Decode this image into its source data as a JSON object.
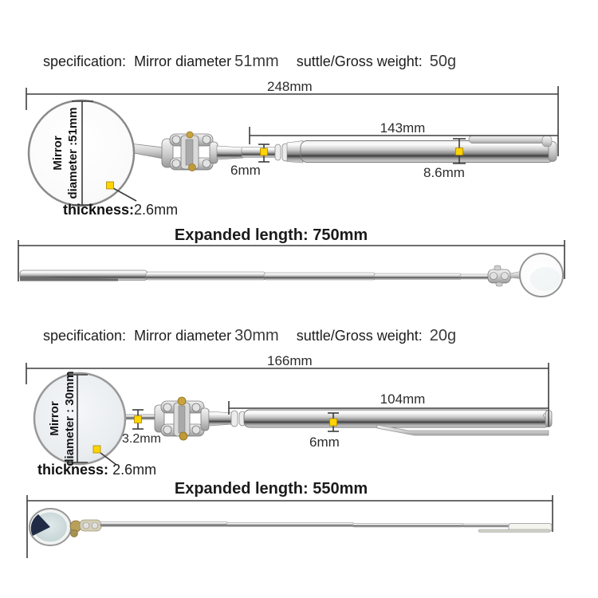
{
  "colors": {
    "marker_yellow": "#ffd400",
    "dimension_line": "#3d3d3d",
    "text": "#1f1f1f"
  },
  "product1": {
    "spec_label": "specification:",
    "diameter_label": "Mirror diameter",
    "diameter_value": "51mm",
    "weight_label": "suttle/Gross weight:",
    "weight_value": "50g",
    "total_length": "248mm",
    "handle_length": "143mm",
    "tube_diameter_small": "6mm",
    "tube_diameter_large": "8.6mm",
    "mirror_label_line1": "Mirror",
    "mirror_label_line2": "diameter :51mm",
    "thickness_label": "thickness:",
    "thickness_value": "2.6mm",
    "expanded_length": "Expanded length: 750mm"
  },
  "product2": {
    "spec_label": "specification:",
    "diameter_label": "Mirror diameter",
    "diameter_value": "30mm",
    "weight_label": "suttle/Gross weight:",
    "weight_value": "20g",
    "total_length": "166mm",
    "handle_length": "104mm",
    "neck_diameter": "3.2mm",
    "tube_diameter": "6mm",
    "mirror_label_line1": "Mirror",
    "mirror_label_line2": "diameter : 30mm",
    "thickness_label": "thickness:",
    "thickness_value": "2.6mm",
    "expanded_length": "Expanded length: 550mm"
  }
}
